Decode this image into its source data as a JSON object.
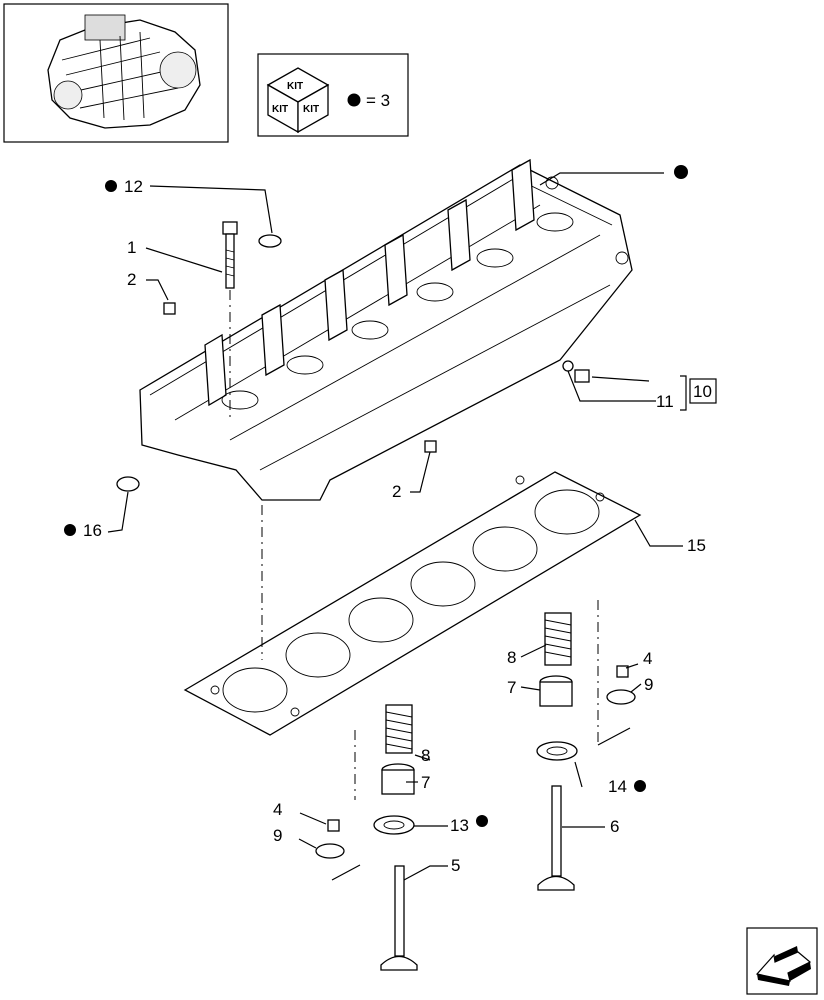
{
  "kit_box": {
    "kit_label": "KIT",
    "equals_text": "= 3"
  },
  "callouts": {
    "c1": "1",
    "c2a": "2",
    "c2b": "2",
    "c4a": "4",
    "c4b": "4",
    "c5": "5",
    "c6": "6",
    "c7a": "7",
    "c7b": "7",
    "c8a": "8",
    "c8b": "8",
    "c9a": "9",
    "c9b": "9",
    "c10": "10",
    "c11": "11",
    "c12": "12",
    "c13": "13",
    "c14": "14",
    "c15": "15",
    "c16": "16"
  },
  "icons": {
    "thumbnail": "engine-thumbnail-icon",
    "kit": "kit-cube-icon",
    "bullet": "kit-dot-icon",
    "nav": "next-page-arrow-icon"
  },
  "colors": {
    "ink": "#000000",
    "paper": "#ffffff"
  }
}
